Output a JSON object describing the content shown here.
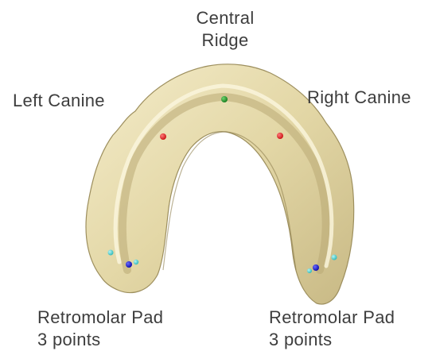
{
  "labels": {
    "central_ridge": [
      "Central",
      "Ridge"
    ],
    "left_canine": "Left Canine",
    "right_canine": "Right Canine",
    "retromolar_left": [
      "Retromolar Pad",
      "3 points"
    ],
    "retromolar_right": [
      "Retromolar Pad",
      "3 points"
    ]
  },
  "marker_colors": {
    "central_ridge": "#1e8c2a",
    "canine": "#d61818",
    "retromolar_primary": "#1414c8",
    "retromolar_secondary": "#3fd0d0"
  },
  "model_colors": {
    "base": "#e7dcae",
    "highlight": "#f7f0d3",
    "shadow": "#a89a68"
  }
}
